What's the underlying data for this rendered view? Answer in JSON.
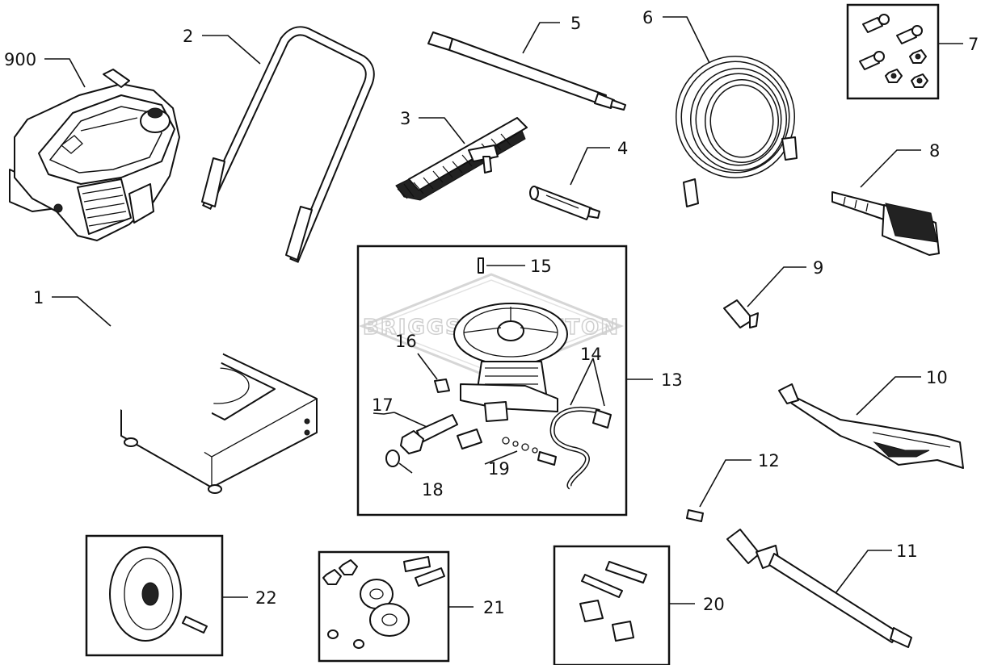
{
  "watermark": "BRIGGS&STRATTON",
  "callouts": [
    {
      "id": "c900",
      "label": "900"
    },
    {
      "id": "c1",
      "label": "1"
    },
    {
      "id": "c2",
      "label": "2"
    },
    {
      "id": "c3",
      "label": "3"
    },
    {
      "id": "c4",
      "label": "4"
    },
    {
      "id": "c5",
      "label": "5"
    },
    {
      "id": "c6",
      "label": "6"
    },
    {
      "id": "c7",
      "label": "7"
    },
    {
      "id": "c8",
      "label": "8"
    },
    {
      "id": "c9",
      "label": "9"
    },
    {
      "id": "c10",
      "label": "10"
    },
    {
      "id": "c11",
      "label": "11"
    },
    {
      "id": "c12",
      "label": "12"
    },
    {
      "id": "c13",
      "label": "13"
    },
    {
      "id": "c14",
      "label": "14"
    },
    {
      "id": "c15",
      "label": "15"
    },
    {
      "id": "c16",
      "label": "16"
    },
    {
      "id": "c17",
      "label": "17"
    },
    {
      "id": "c18",
      "label": "18"
    },
    {
      "id": "c19",
      "label": "19"
    },
    {
      "id": "c20",
      "label": "20"
    },
    {
      "id": "c21",
      "label": "21"
    },
    {
      "id": "c22",
      "label": "22"
    }
  ]
}
